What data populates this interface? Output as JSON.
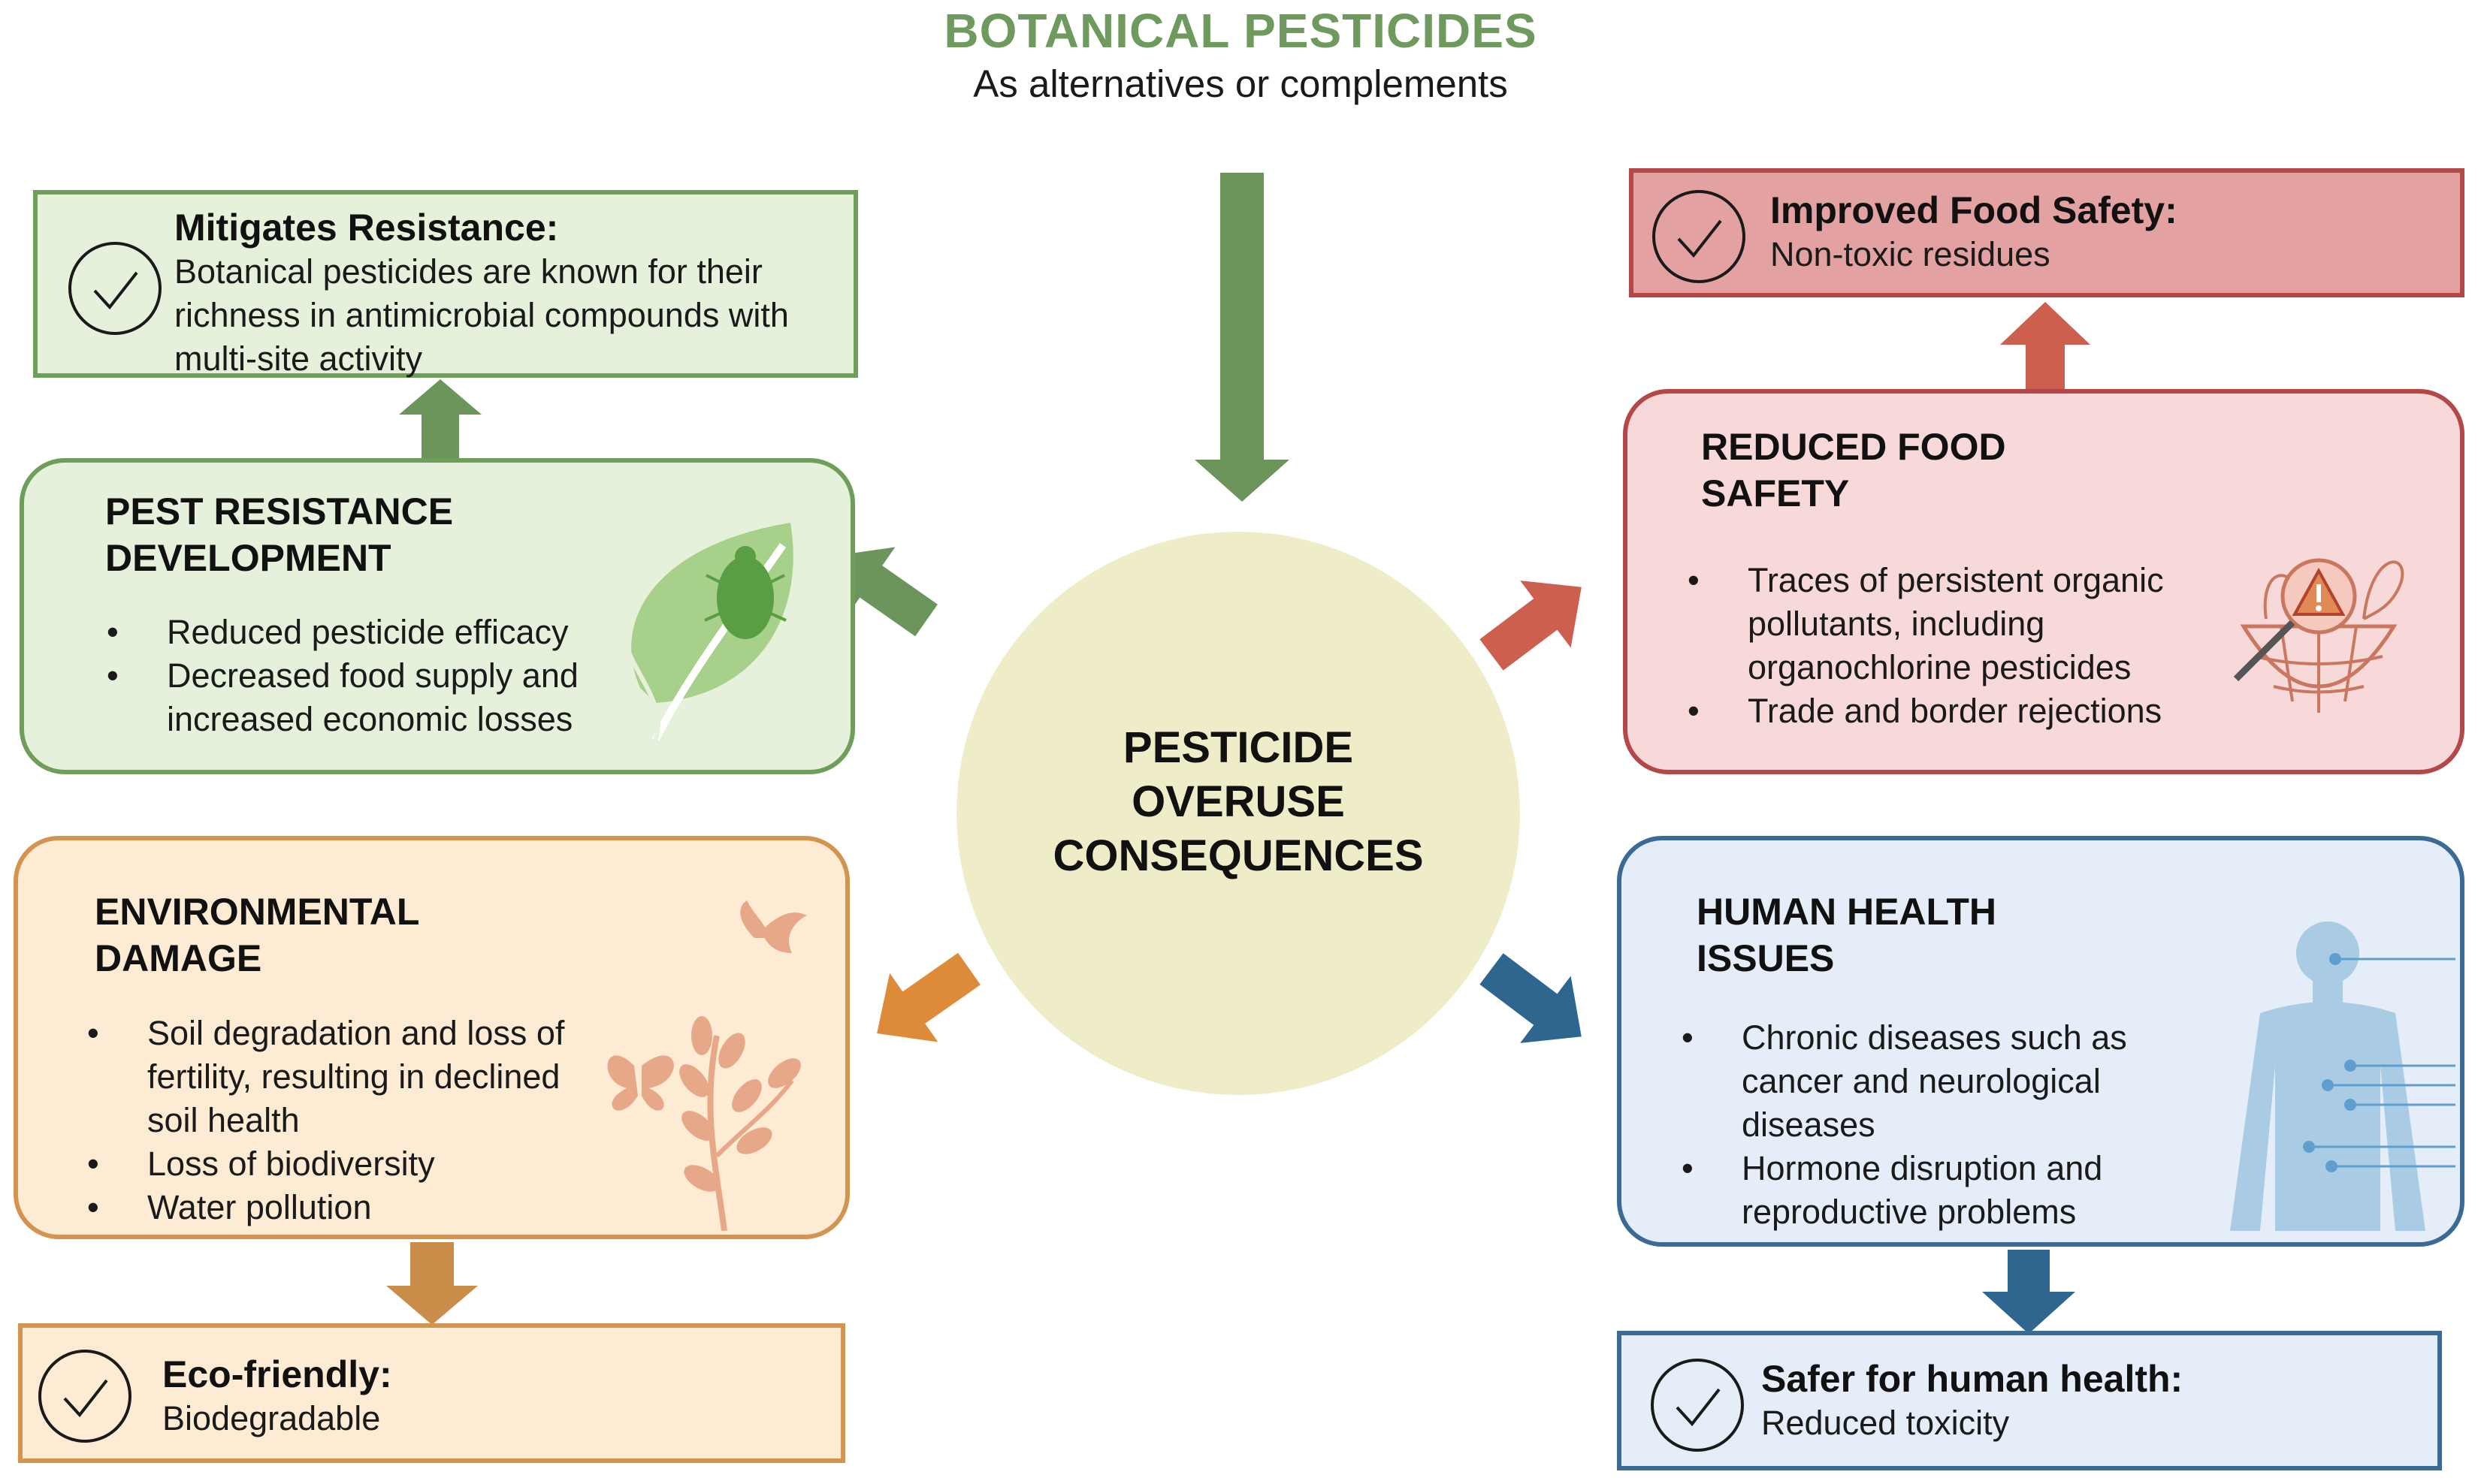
{
  "header": {
    "title": "BOTANICAL PESTICIDES",
    "subtitle": "As alternatives or complements"
  },
  "center": {
    "line1": "PESTICIDE",
    "line2": "OVERUSE",
    "line3": "CONSEQUENCES"
  },
  "pest_resistance": {
    "heading_line1": "PEST RESISTANCE",
    "heading_line2": "DEVELOPMENT",
    "bullets": [
      "Reduced pesticide efficacy",
      "Decreased food supply and increased economic losses"
    ],
    "icon": "leaf-with-bug-icon"
  },
  "mitigates": {
    "title": "Mitigates Resistance:",
    "body": "Botanical pesticides are known for their richness in antimicrobial compounds with multi-site activity",
    "icon": "checkmark-circle-icon"
  },
  "environmental": {
    "heading_line1": "ENVIRONMENTAL",
    "heading_line2": "DAMAGE",
    "bullets": [
      "Soil degradation and loss of fertility, resulting in declined soil health",
      "Loss of biodiversity",
      "Water pollution"
    ],
    "icon": "plant-butterfly-bird-icon"
  },
  "eco": {
    "title": "Eco-friendly:",
    "body": "Biodegradable",
    "icon": "checkmark-circle-icon"
  },
  "food_safety": {
    "heading_line1": "REDUCED FOOD",
    "heading_line2": "SAFETY",
    "bullets": [
      "Traces of persistent organic pollutants, including organochlorine pesticides",
      "Trade and border rejections"
    ],
    "icon": "food-basket-warning-icon"
  },
  "improved_food": {
    "title": "Improved Food Safety:",
    "body": "Non-toxic residues",
    "icon": "checkmark-circle-icon"
  },
  "human_health": {
    "heading_line1": "HUMAN HEALTH",
    "heading_line2": "ISSUES",
    "bullets": [
      "Chronic diseases such as cancer and neurological diseases",
      "Hormone disruption and reproductive problems"
    ],
    "icon": "human-body-icon"
  },
  "safer": {
    "title": "Safer for human health:",
    "body": "Reduced toxicity",
    "icon": "checkmark-circle-icon"
  },
  "colors": {
    "green": "#6e9f5a",
    "orange": "#d3944f",
    "red": "#b44747",
    "blue": "#3b6a94",
    "circle": "#eeedc8"
  }
}
